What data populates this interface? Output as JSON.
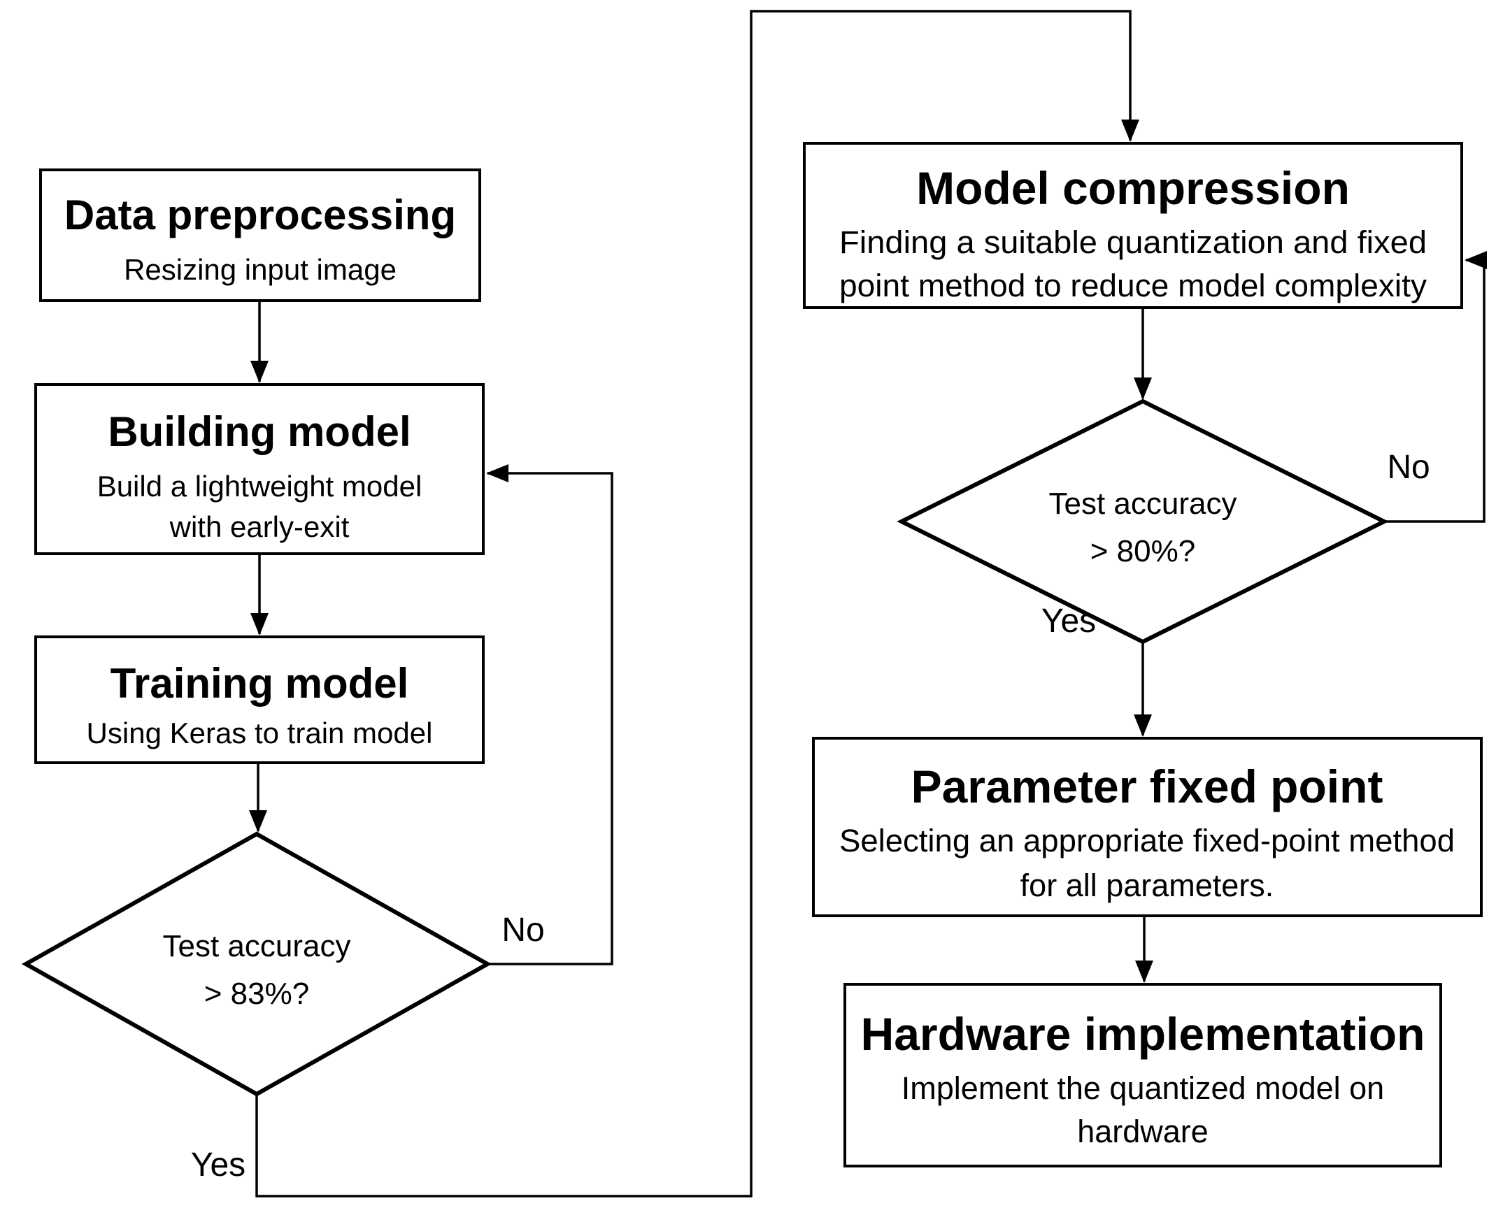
{
  "diagram": {
    "colors": {
      "ink": "#000000",
      "paper": "#ffffff"
    },
    "nodes": {
      "data_preprocessing": {
        "title": "Data preprocessing",
        "subtitle": "Resizing input image"
      },
      "building_model": {
        "title": "Building model",
        "subtitle_line1": "Build a lightweight model",
        "subtitle_line2": "with early-exit"
      },
      "training_model": {
        "title": "Training model",
        "subtitle": "Using Keras to train model"
      },
      "decision_83": {
        "line1": "Test accuracy",
        "line2": "> 83%?"
      },
      "model_compression": {
        "title": "Model compression",
        "subtitle_line1": "Finding a suitable quantization and fixed",
        "subtitle_line2": "point method to reduce model complexity"
      },
      "decision_80": {
        "line1": "Test accuracy",
        "line2": "> 80%?"
      },
      "parameter_fixed_point": {
        "title": "Parameter fixed point",
        "subtitle_line1": "Selecting an appropriate fixed-point method",
        "subtitle_line2": "for all parameters."
      },
      "hardware_implementation": {
        "title": "Hardware implementation",
        "subtitle_line1": "Implement the quantized model on",
        "subtitle_line2": "hardware"
      }
    },
    "edge_labels": {
      "decision_83_no": "No",
      "decision_83_yes": "Yes",
      "decision_80_no": "No",
      "decision_80_yes": "Yes"
    }
  }
}
